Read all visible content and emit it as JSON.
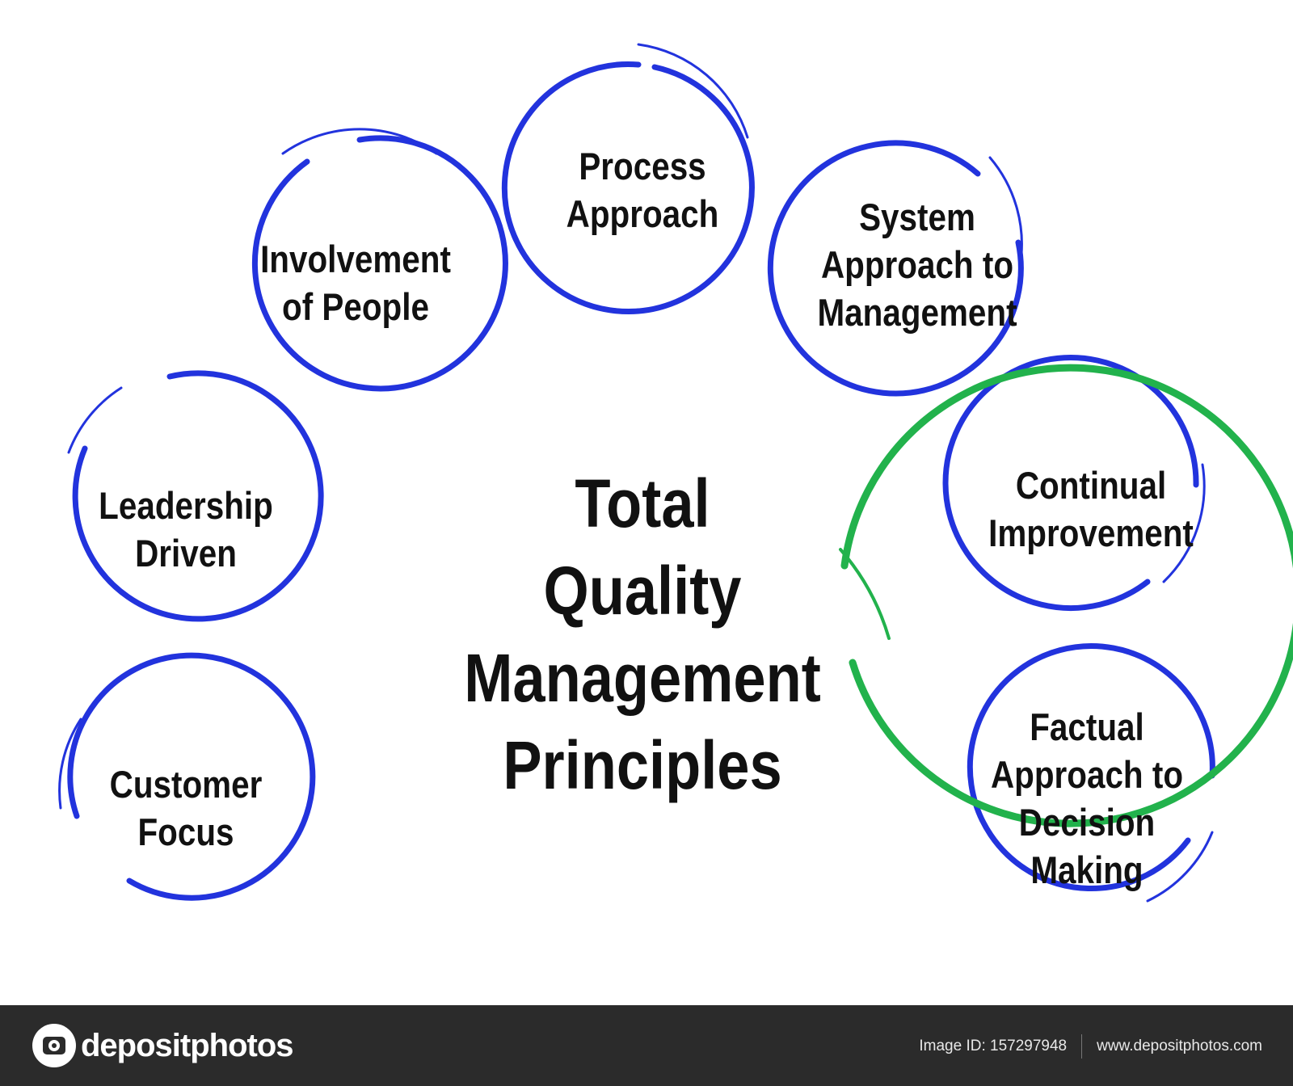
{
  "diagram": {
    "center": {
      "lines": [
        "Total",
        "Quality",
        "Management",
        "Principles"
      ],
      "color": "#22b24c"
    },
    "ring_color": "#2233dd",
    "nodes": [
      {
        "id": "process-approach",
        "lines": [
          "Process",
          "Approach"
        ]
      },
      {
        "id": "involvement-of-people",
        "lines": [
          "Involvement",
          "of People"
        ]
      },
      {
        "id": "system-approach",
        "lines": [
          "System",
          "Approach to",
          "Management"
        ]
      },
      {
        "id": "leadership-driven",
        "lines": [
          "Leadership",
          "Driven"
        ]
      },
      {
        "id": "continual-improvement",
        "lines": [
          "Continual",
          "Improvement"
        ]
      },
      {
        "id": "customer-focus",
        "lines": [
          "Customer",
          "Focus"
        ]
      },
      {
        "id": "factual-approach",
        "lines": [
          "Factual",
          "Approach to",
          "Decision",
          "Making"
        ]
      }
    ]
  },
  "footer": {
    "logo_icon": "camera-icon",
    "logo_text": "depositphotos",
    "image_id": "Image ID: 157297948",
    "site": "www.depositphotos.com"
  }
}
